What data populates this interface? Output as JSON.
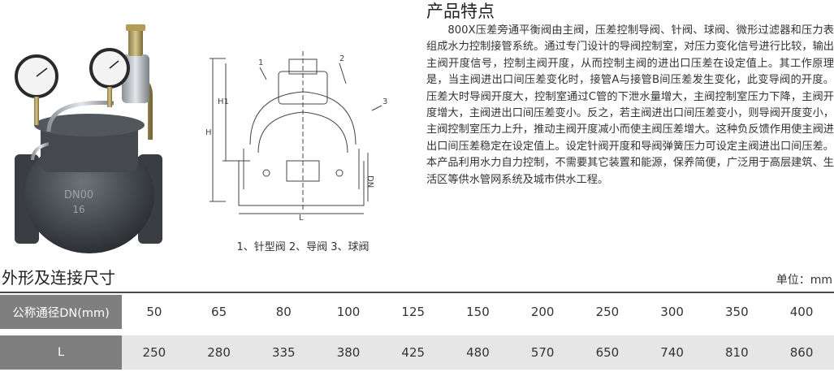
{
  "features": {
    "title": "产品特点",
    "body": "800X压差旁通平衡阀由主阀，压差控制导阀、针阀、球阀、微形过滤器和压力表组成水力控制接管系统。通过专门设计的导阀控制室，对压力变化信号进行比较，输出主阀开度信号，控制主阀开度，从而控制主阀的进出口压差在设定值上。其工作原理是，当主阀进出口间压差变化时，接管A与接管B间压差发生变化，此变导阀的开度。压差大时导阀开度大，控制室通过C管的下泄水量增大，主阀控制室压力下降，主阀开度增大，主阀进出口间压差变小。反之，若主阀进出口间压差变小，则导阀开度变小，主阀控制室压力上升，推动主阀开度减小而使主阀压差增大。这种负反馈作用使主阀进出口间压差稳定在设定值上。设定针阀开度和导阀弹簧压力可设定主阀进出口间压差。本产品利用水力自力控制，不需要其它装置和能源，保养简便，广泛用于高层建筑、生活区等供水管网系统及城市供水工程。"
  },
  "drawing": {
    "caption": "1、针型阀 2、导阀 3、球阀",
    "callouts": [
      "1",
      "2",
      "3"
    ],
    "dims": [
      "H",
      "H1",
      "DN",
      "L"
    ]
  },
  "photo": {
    "body_marking_1": "DN00",
    "body_marking_2": "16"
  },
  "dimensions": {
    "title": "外形及连接尺寸",
    "unit": "单位：mm",
    "rows": [
      {
        "label": "公称通径DN(mm)",
        "values": [
          "50",
          "65",
          "80",
          "100",
          "125",
          "150",
          "200",
          "250",
          "300",
          "350",
          "400"
        ]
      },
      {
        "label": "L",
        "values": [
          "250",
          "280",
          "335",
          "380",
          "425",
          "480",
          "570",
          "650",
          "740",
          "810",
          "860"
        ]
      }
    ]
  }
}
